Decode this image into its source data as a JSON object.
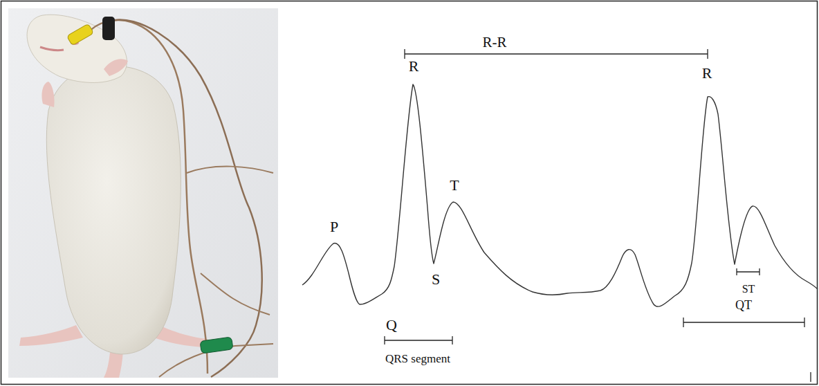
{
  "diagram": {
    "labels": [
      "R-R",
      "R",
      "R",
      "T",
      "P",
      "ST",
      "S",
      "Q",
      "QT",
      "QRS segment"
    ]
  }
}
